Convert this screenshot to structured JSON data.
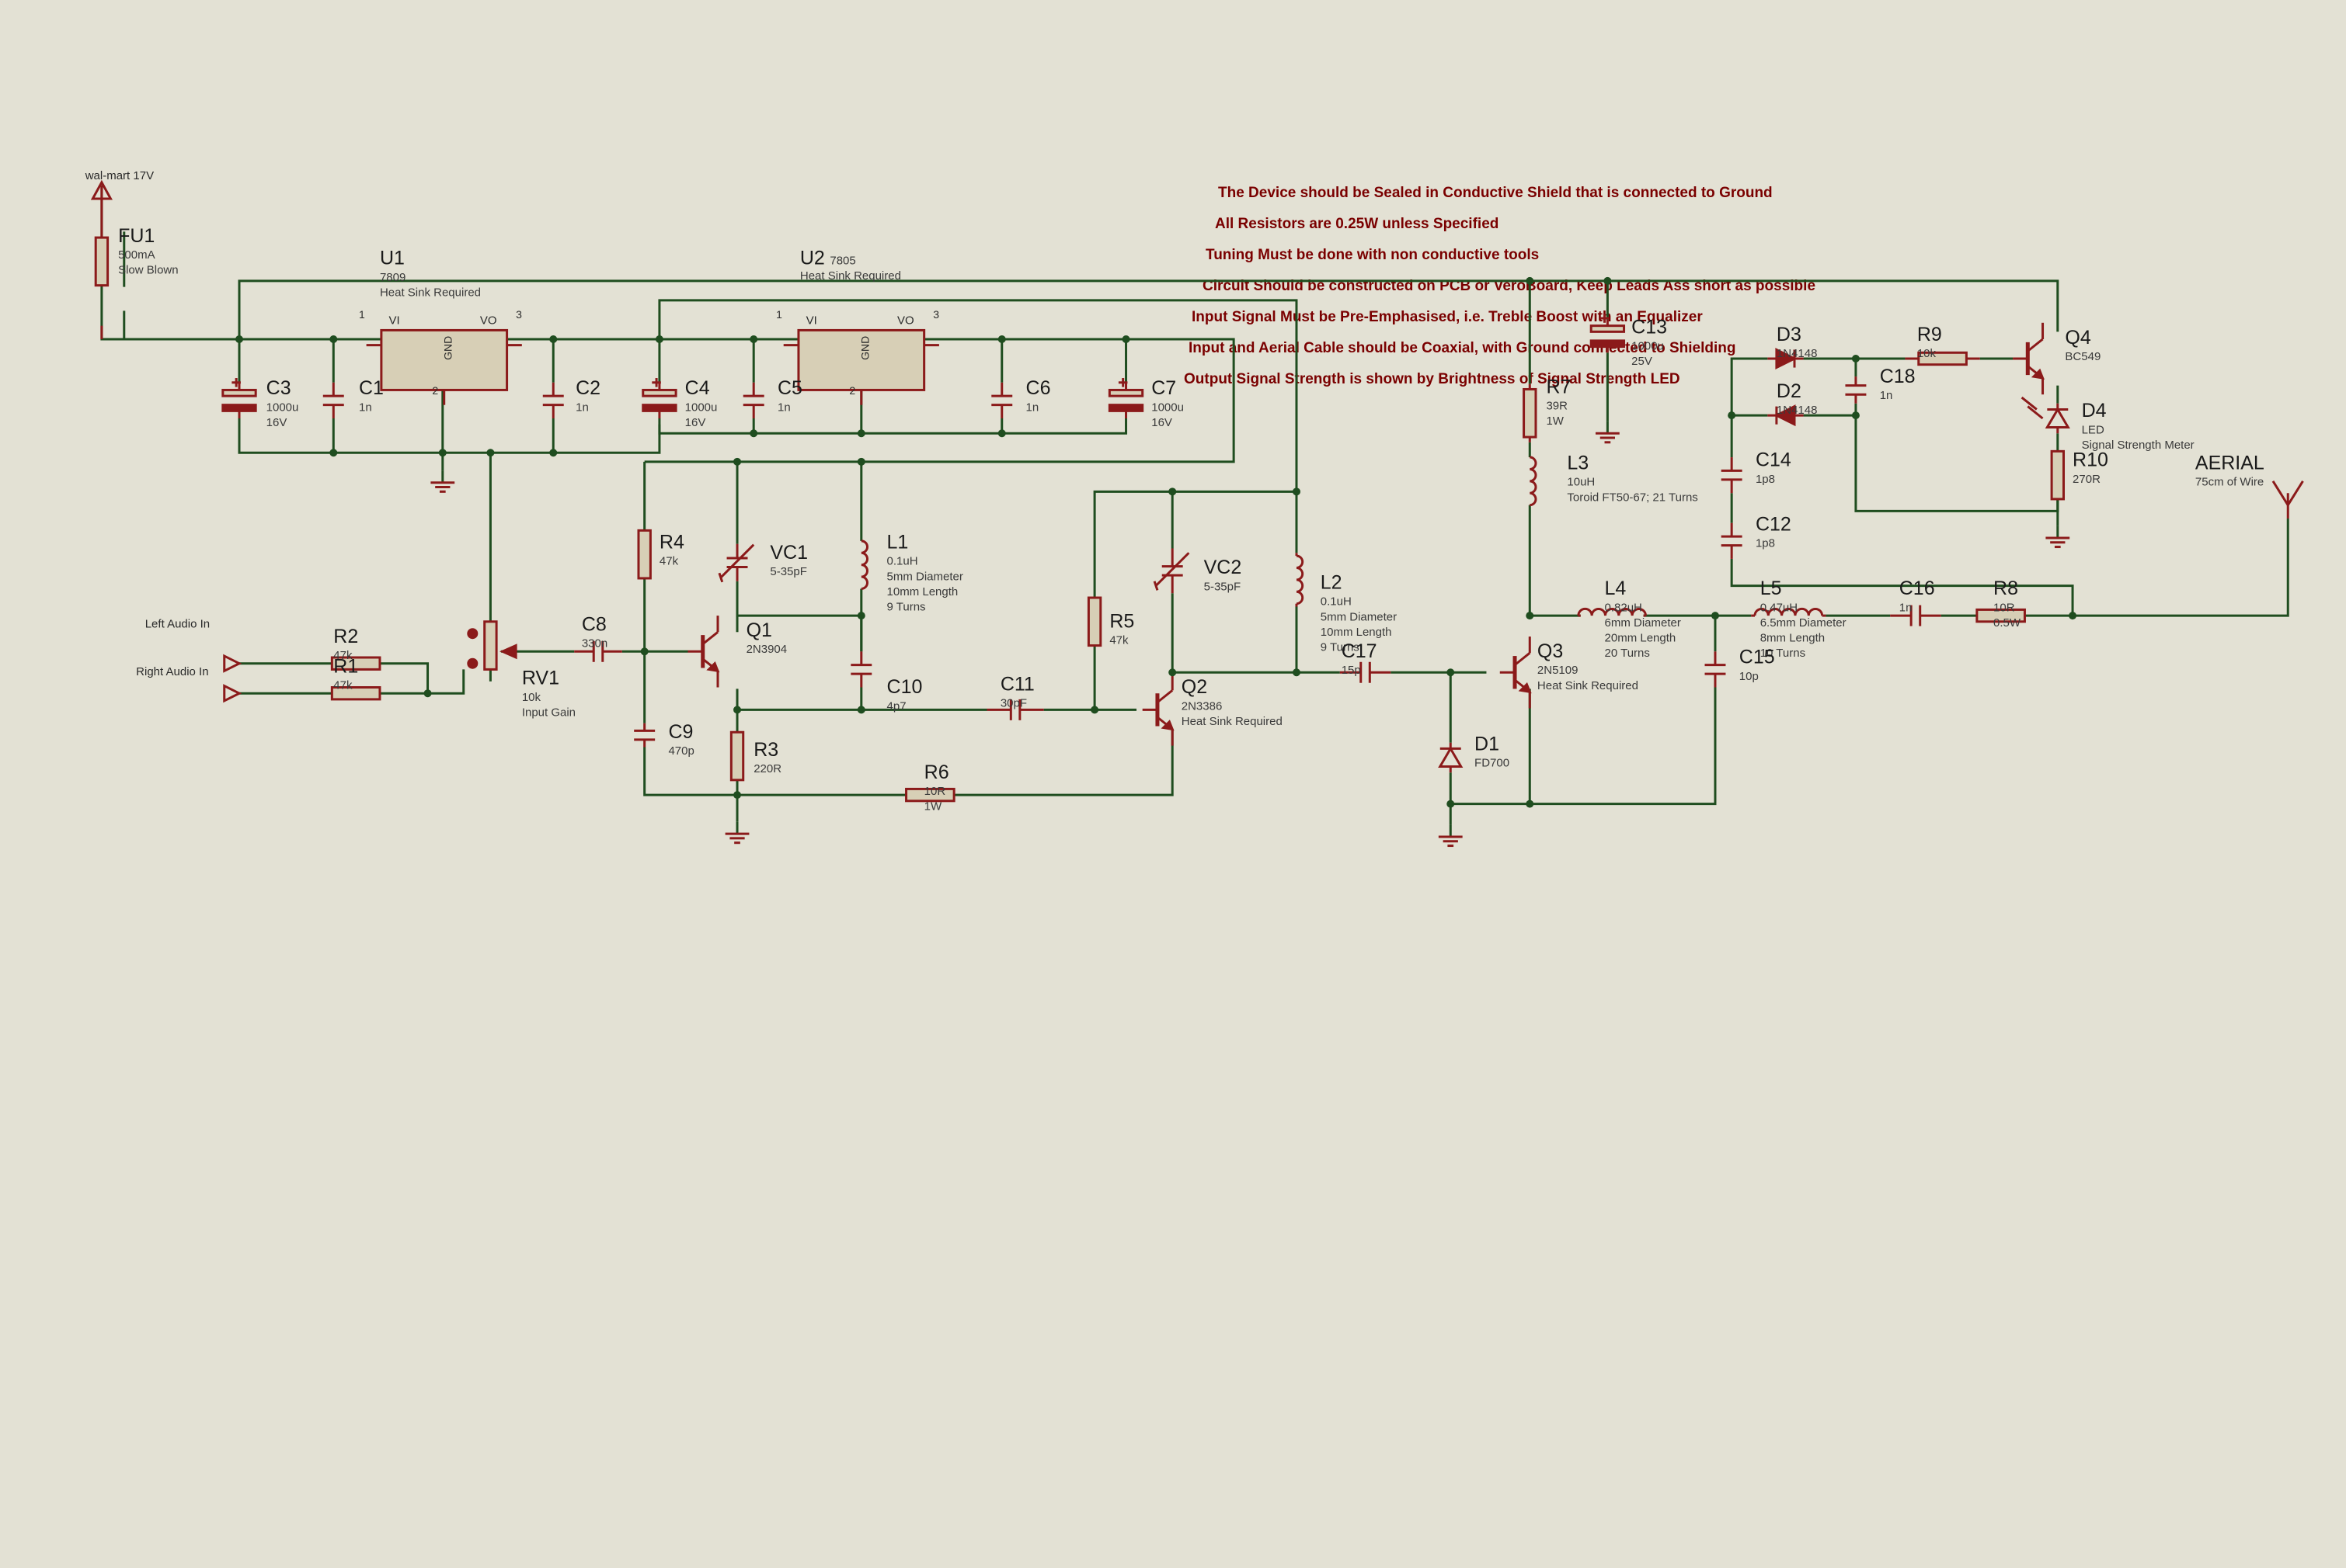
{
  "notes": [
    "The Device should be Sealed in Conductive Shield that is connected to Ground",
    "All Resistors are 0.25W unless Specified",
    "Tuning Must be done with non conductive tools",
    "Circuit Should be constructed on PCB or VeroBoard, Keep Leads Ass short as possible",
    "Input Signal Must be Pre-Emphasised, i.e. Treble Boost with an Equalizer",
    "Input and Aerial Cable should be Coaxial, with Ground connected to Shielding",
    "Output Signal Strength is shown by Brightness of Signal Strength LED"
  ],
  "power": {
    "label": "wal-mart 17V"
  },
  "components": {
    "FU1": {
      "ref": "FU1",
      "lines": [
        "500mA",
        "Slow Blown"
      ]
    },
    "U1": {
      "ref": "U1",
      "lines": [
        "7809",
        "Heat Sink Required"
      ],
      "pin_vi": "VI",
      "pin_vo": "VO",
      "pin_gnd": "GND",
      "pin1": "1",
      "pin2": "2",
      "pin3": "3"
    },
    "U2": {
      "ref": "U2",
      "part": "7805",
      "lines": [
        "Heat Sink Required"
      ],
      "pin_vi": "VI",
      "pin_vo": "VO",
      "pin_gnd": "GND",
      "pin1": "1",
      "pin2": "2",
      "pin3": "3"
    },
    "C3": {
      "ref": "C3",
      "lines": [
        "1000u",
        "16V"
      ]
    },
    "C1": {
      "ref": "C1",
      "lines": [
        "1n"
      ]
    },
    "C2": {
      "ref": "C2",
      "lines": [
        "1n"
      ]
    },
    "C4": {
      "ref": "C4",
      "lines": [
        "1000u",
        "16V"
      ]
    },
    "C5": {
      "ref": "C5",
      "lines": [
        "1n"
      ]
    },
    "C6": {
      "ref": "C6",
      "lines": [
        "1n"
      ]
    },
    "C7": {
      "ref": "C7",
      "lines": [
        "1000u",
        "16V"
      ]
    },
    "C13": {
      "ref": "C13",
      "lines": [
        "1000u",
        "25V"
      ]
    },
    "R7": {
      "ref": "R7",
      "lines": [
        "39R",
        "1W"
      ]
    },
    "L3": {
      "ref": "L3",
      "lines": [
        "10uH",
        "Toroid FT50-67; 21 Turns"
      ]
    },
    "D3": {
      "ref": "D3",
      "lines": [
        "1N4148"
      ]
    },
    "D2": {
      "ref": "D2",
      "lines": [
        "1N4148"
      ]
    },
    "R9": {
      "ref": "R9",
      "lines": [
        "10k"
      ]
    },
    "C18": {
      "ref": "C18",
      "lines": [
        "1n"
      ]
    },
    "Q4": {
      "ref": "Q4",
      "lines": [
        "BC549"
      ]
    },
    "D4": {
      "ref": "D4",
      "lines": [
        "LED",
        "Signal Strength Meter"
      ]
    },
    "R10": {
      "ref": "R10",
      "lines": [
        "270R"
      ]
    },
    "C14": {
      "ref": "C14",
      "lines": [
        "1p8"
      ]
    },
    "C12": {
      "ref": "C12",
      "lines": [
        "1p8"
      ]
    },
    "R4": {
      "ref": "R4",
      "lines": [
        "47k"
      ]
    },
    "VC1": {
      "ref": "VC1",
      "lines": [
        "5-35pF"
      ]
    },
    "L1": {
      "ref": "L1",
      "lines": [
        "0.1uH",
        "5mm Diameter",
        "10mm Length",
        "9 Turns"
      ]
    },
    "VC2": {
      "ref": "VC2",
      "lines": [
        "5-35pF"
      ]
    },
    "L2": {
      "ref": "L2",
      "lines": [
        "0.1uH",
        "5mm Diameter",
        "10mm Length",
        "9 Turns"
      ]
    },
    "R5": {
      "ref": "R5",
      "lines": [
        "47k"
      ]
    },
    "Q1": {
      "ref": "Q1",
      "lines": [
        "2N3904"
      ]
    },
    "C8": {
      "ref": "C8",
      "lines": [
        "330n"
      ]
    },
    "RV1": {
      "ref": "RV1",
      "lines": [
        "10k",
        "Input Gain"
      ]
    },
    "R2": {
      "ref": "R2",
      "lines": [
        "47k"
      ]
    },
    "R1": {
      "ref": "R1",
      "lines": [
        "47k"
      ]
    },
    "C10": {
      "ref": "C10",
      "lines": [
        "4p7"
      ]
    },
    "C11": {
      "ref": "C11",
      "lines": [
        "30pF"
      ]
    },
    "Q2": {
      "ref": "Q2",
      "lines": [
        "2N3386",
        "Heat Sink Required"
      ]
    },
    "C9": {
      "ref": "C9",
      "lines": [
        "470p"
      ]
    },
    "R3": {
      "ref": "R3",
      "lines": [
        "220R"
      ]
    },
    "R6": {
      "ref": "R6",
      "lines": [
        "10R",
        "1W"
      ]
    },
    "C17": {
      "ref": "C17",
      "lines": [
        "15p"
      ]
    },
    "Q3": {
      "ref": "Q3",
      "lines": [
        "2N5109",
        "Heat Sink Required"
      ]
    },
    "D1": {
      "ref": "D1",
      "lines": [
        "FD700"
      ]
    },
    "L4": {
      "ref": "L4",
      "lines": [
        "0.82uH",
        "6mm Diameter",
        "20mm Length",
        "20 Turns"
      ]
    },
    "L5": {
      "ref": "L5",
      "lines": [
        "0.47uH",
        "6.5mm Diameter",
        "8mm Length",
        "10 Turns"
      ]
    },
    "C15": {
      "ref": "C15",
      "lines": [
        "10p"
      ]
    },
    "C16": {
      "ref": "C16",
      "lines": [
        "1n"
      ]
    },
    "R8": {
      "ref": "R8",
      "lines": [
        "10R",
        "0.5W"
      ]
    },
    "AERIAL": {
      "ref": "AERIAL",
      "lines": [
        "75cm of Wire"
      ]
    }
  },
  "inputs": {
    "left": "Left Audio In",
    "right": "Right Audio In"
  },
  "colors": {
    "background": "#e3e1d4",
    "wire": "#1f4d1f",
    "component": "#8b1a1a",
    "body": "#d7cfb6",
    "note_text": "#7a0000"
  }
}
